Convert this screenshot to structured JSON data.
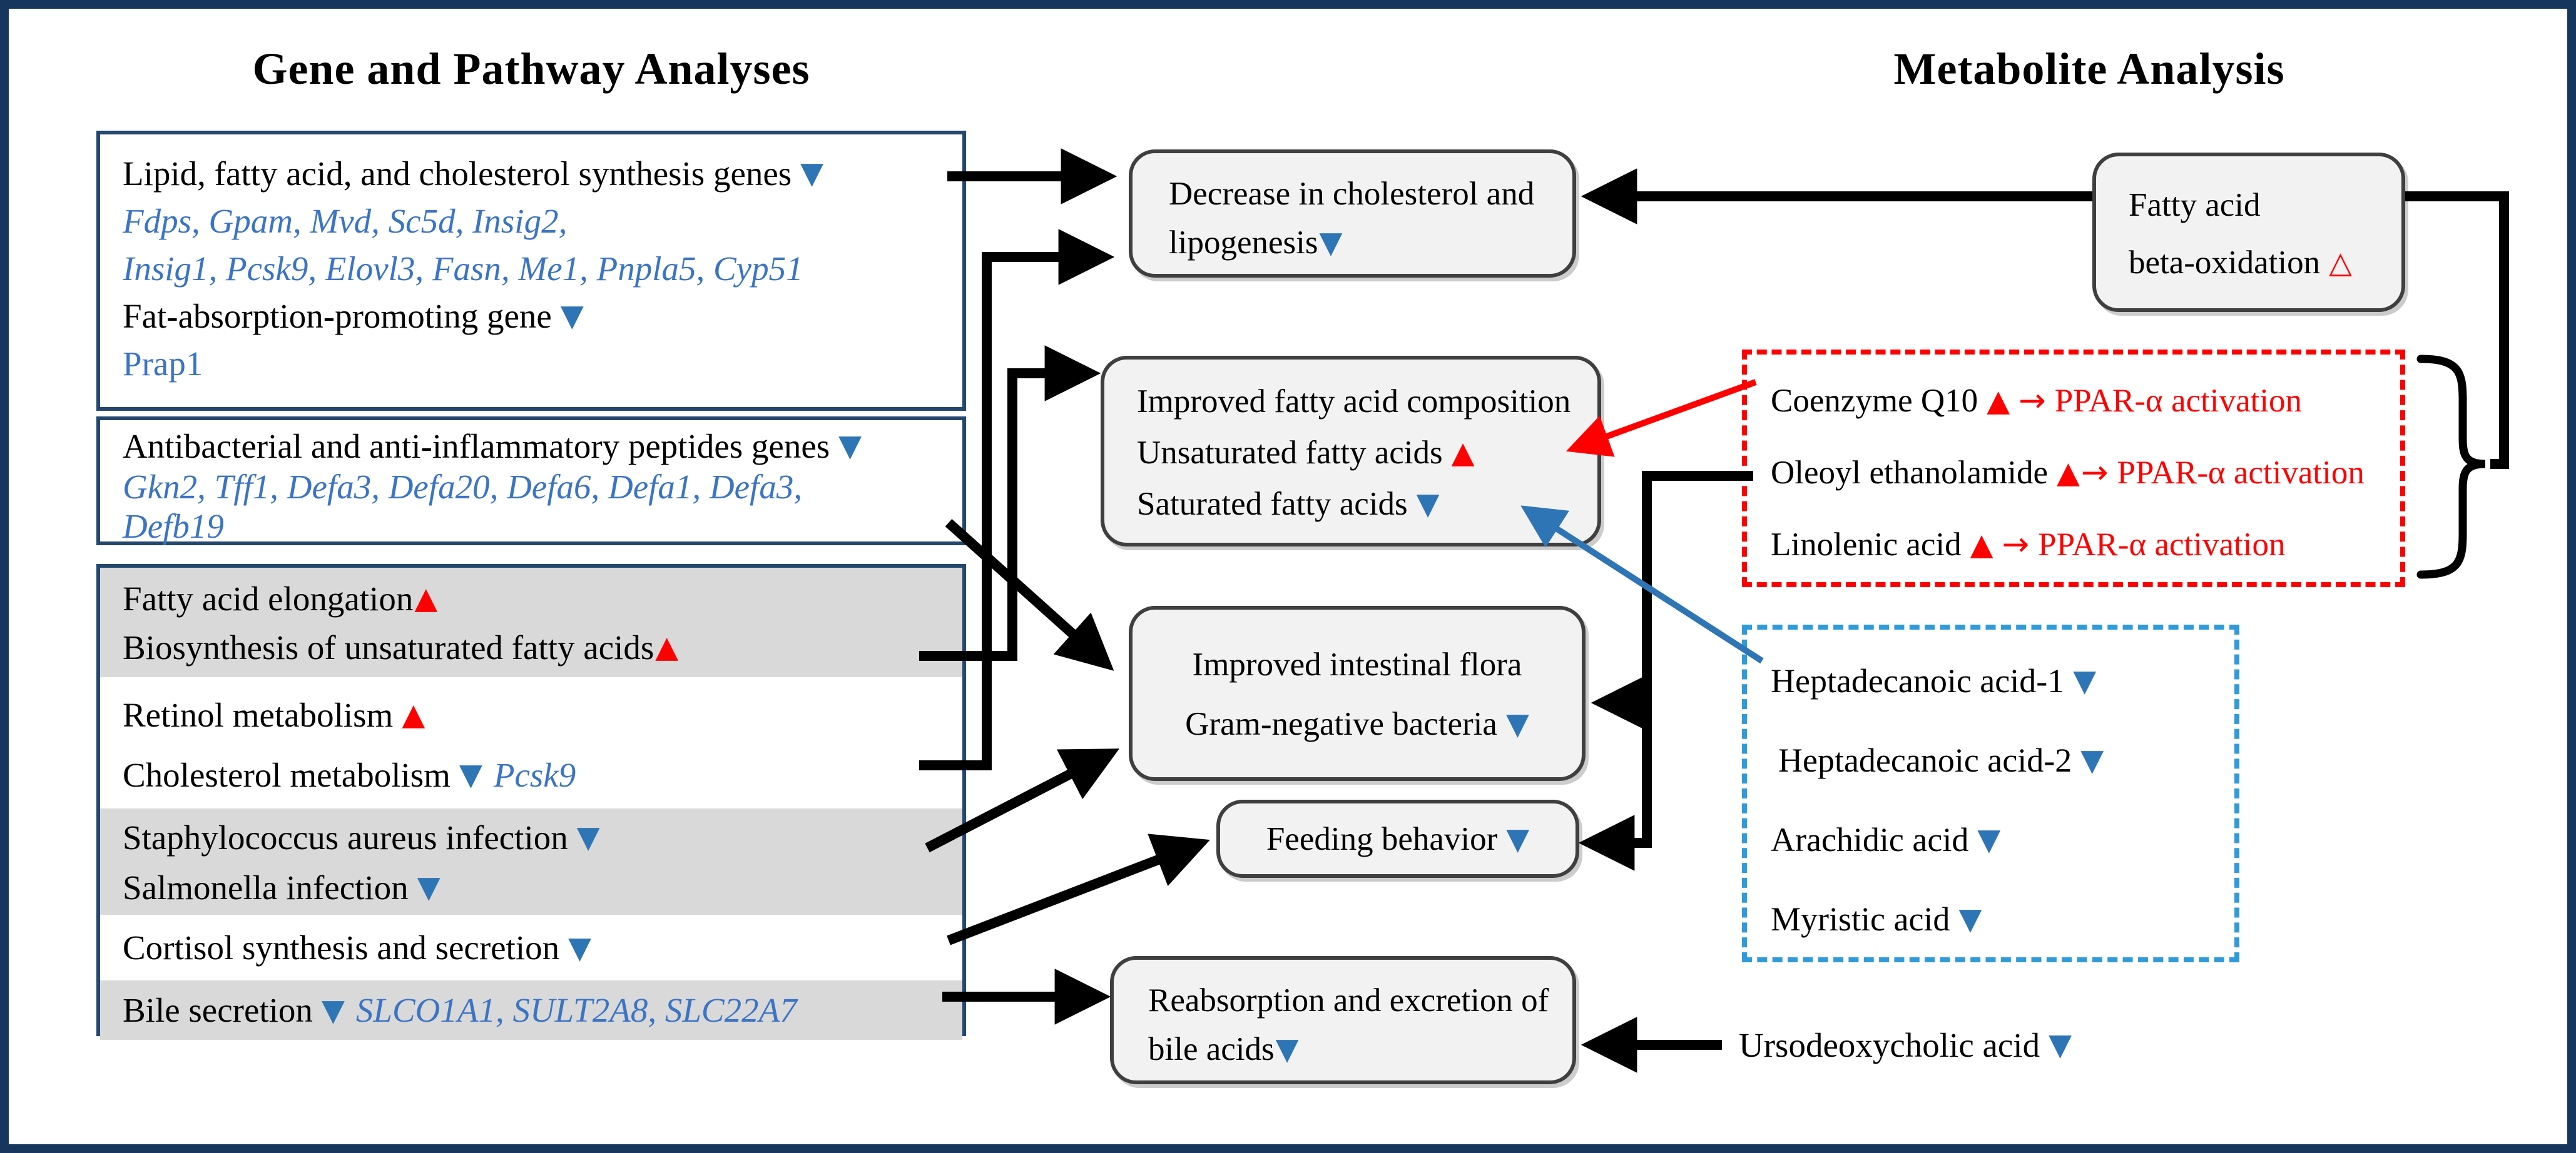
{
  "titles": {
    "left": "Gene and Pathway Analyses",
    "right": "Metabolite Analysis"
  },
  "icons": {
    "up": "▲",
    "down": "▼",
    "up_hollow": "△",
    "arrow_right": "→"
  },
  "colors": {
    "outer_border": "#17365D",
    "gene_box_border": "#24476F",
    "gray_row": "#D9D9D9",
    "outcome_box_fill": "#F2F2F2",
    "outcome_box_border": "#3F3F3F",
    "gene_text_blue": "#3B74C4",
    "triangle_blue": "#2E75B6",
    "triangle_red": "#FF0000",
    "dashed_red": "#FF0000",
    "dashed_blue": "#2F9BDC",
    "connector_black": "#000000"
  },
  "left_column": {
    "box1": {
      "line1": "Lipid, fatty acid, and cholesterol synthesis genes",
      "genes1": "Fdps, Gpam, Mvd, Sc5d, Insig2,",
      "genes2": "Insig1, Pcsk9, Elovl3, Fasn, Me1, Pnpla5, Cyp51",
      "line2": "Fat-absorption-promoting gene",
      "gene3": "Prap1"
    },
    "box2": {
      "line1": "Antibacterial and anti-inflammatory peptides genes",
      "genes1": "Gkn2, Tff1, Defa3, Defa20, Defa6, Defa1, Defa3,",
      "genes2": "Defb19"
    },
    "box3": {
      "row1a": "Fatty acid elongation",
      "row1b": "Biosynthesis of unsaturated fatty acids",
      "row2a": "Retinol metabolism",
      "row2b": "Cholesterol metabolism",
      "row2b_gene": "Pcsk9",
      "row3a": "Staphylococcus aureus infection",
      "row3b": "Salmonella infection",
      "row4": "Cortisol synthesis and secretion",
      "row5": "Bile secretion",
      "row5_genes": "SLCO1A1, SULT2A8, SLC22A7"
    }
  },
  "middle_column": {
    "decrease_box": {
      "line1": "Decrease in cholesterol and",
      "line2": "lipogenesis"
    },
    "fatty_acid_box": {
      "line1": "Improved fatty acid composition",
      "line2": "Unsaturated fatty acids",
      "line3": "Saturated fatty acids"
    },
    "intestinal_box": {
      "line1": "Improved intestinal flora",
      "line2": "Gram-negative bacteria"
    },
    "feeding_box": {
      "label": "Feeding behavior"
    },
    "reabsorption_box": {
      "line1": "Reabsorption and excretion of",
      "line2": "bile acids"
    }
  },
  "right_column": {
    "beta_oxidation_box": {
      "line1": "Fatty acid",
      "line2": "beta-oxidation"
    },
    "ppar_box": {
      "rows": [
        {
          "metabolite": "Coenzyme Q10",
          "effect": "PPAR-α activation"
        },
        {
          "metabolite": "Oleoyl ethanolamide",
          "effect": "PPAR-α activation"
        },
        {
          "metabolite": "Linolenic acid",
          "effect": "PPAR-α activation"
        }
      ]
    },
    "saturated_box": {
      "rows": [
        "Heptadecanoic acid-1",
        "Heptadecanoic acid-2",
        "Arachidic acid",
        "Myristic acid"
      ]
    },
    "ursodeoxycholic": {
      "label": "Ursodeoxycholic acid"
    }
  }
}
